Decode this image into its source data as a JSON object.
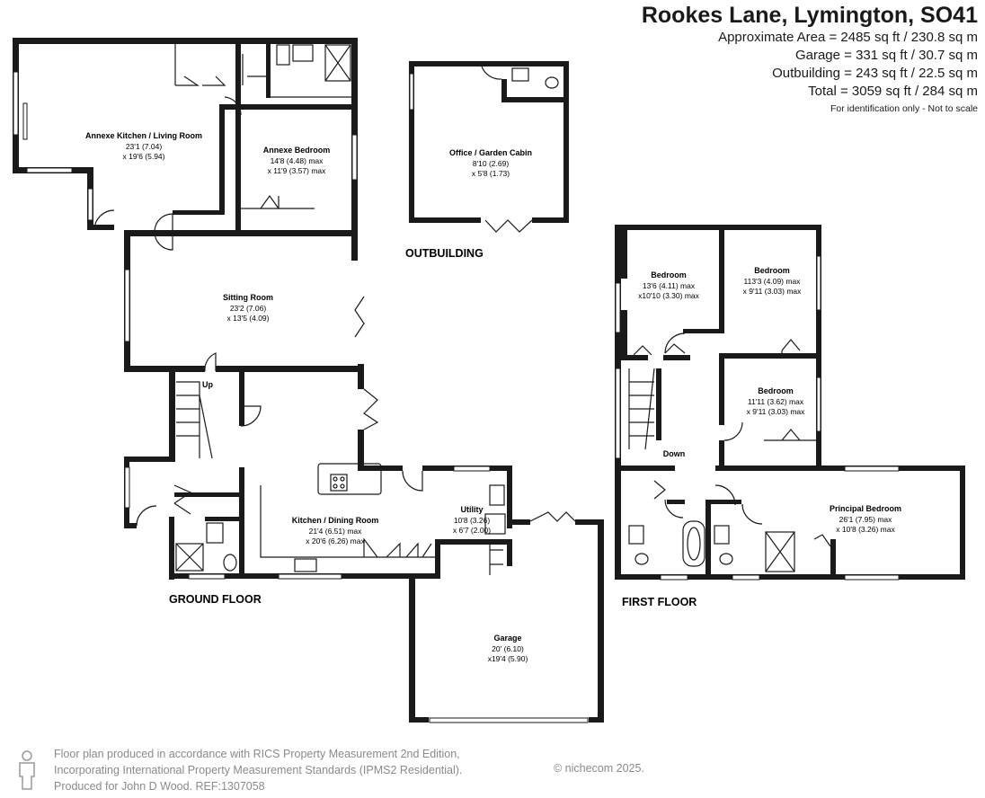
{
  "header": {
    "title": "Rookes Lane, Lymington, SO41",
    "area_lines": [
      "Approximate Area = 2485 sq ft / 230.8 sq m",
      "Garage  = 331 sq ft / 30.7 sq m",
      "Outbuilding = 243 sq ft / 22.5 sq m",
      "Total = 3059 sq ft / 284 sq m"
    ],
    "note": "For identification only - Not to scale"
  },
  "floors": {
    "ground": "GROUND FLOOR",
    "first": "FIRST FLOOR",
    "outbuilding": "OUTBUILDING"
  },
  "rooms": {
    "annexe_kitchen": {
      "name": "Annexe Kitchen / Living Room",
      "dim1": "23'1 (7.04)",
      "dim2": "x 19'6 (5.94)"
    },
    "annexe_bedroom": {
      "name": "Annexe Bedroom",
      "dim1": "14'8 (4.48) max",
      "dim2": "x 11'9 (3.57) max"
    },
    "office": {
      "name": "Office / Garden Cabin",
      "dim1": "8'10 (2.69)",
      "dim2": "x 5'8 (1.73)"
    },
    "sitting": {
      "name": "Sitting Room",
      "dim1": "23'2 (7.06)",
      "dim2": "x 13'5 (4.09)"
    },
    "kitchen": {
      "name": "Kitchen / Dining Room",
      "dim1": "21'4 (6.51) max",
      "dim2": "x 20'6 (6.26) max"
    },
    "utility": {
      "name": "Utility",
      "dim1": "10'8 (3.26)",
      "dim2": "x 6'7 (2.00)"
    },
    "garage": {
      "name": "Garage",
      "dim1": "20' (6.10)",
      "dim2": "x19'4 (5.90)"
    },
    "bedroom1": {
      "name": "Bedroom",
      "dim1": "13'6 (4.11) max",
      "dim2": "x10'10 (3.30) max"
    },
    "bedroom2": {
      "name": "Bedroom",
      "dim1": "113'3 (4.09) max",
      "dim2": "x 9'11 (3.03) max"
    },
    "bedroom3": {
      "name": "Bedroom",
      "dim1": "11'11 (3.62) max",
      "dim2": "x 9'11 (3.03) max"
    },
    "principal": {
      "name": "Principal Bedroom",
      "dim1": "26'1 (7.95) max",
      "dim2": "x 10'8 (3.26) max"
    }
  },
  "stairs": {
    "up": "Up",
    "down": "Down"
  },
  "footer": {
    "lines": [
      "Floor plan produced in accordance with RICS Property Measurement 2nd Edition,",
      "Incorporating International Property Measurement Standards (IPMS2 Residential).",
      "Produced for John D Wood.    REF:1307058"
    ],
    "credit": "© nichecom 2025."
  },
  "icons": [
    "person-icon"
  ]
}
